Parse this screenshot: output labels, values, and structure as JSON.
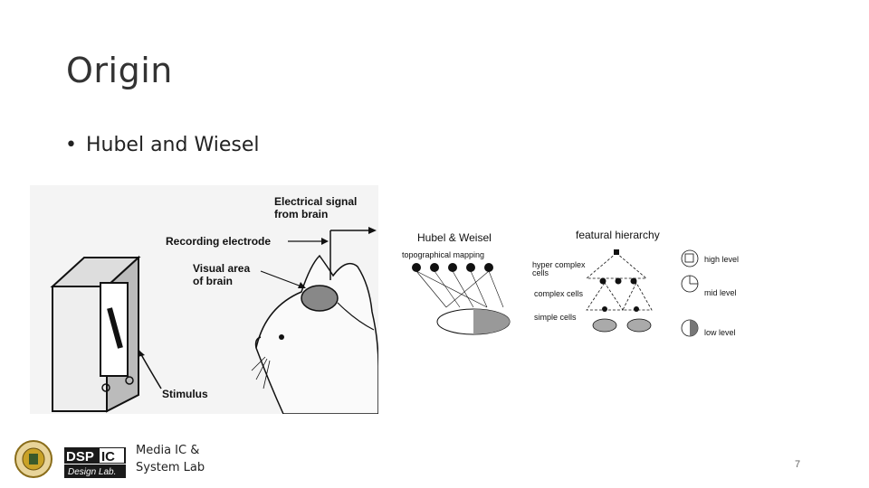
{
  "slide": {
    "title": "Origin",
    "bullet": "Hubel and Wiesel",
    "page_number": "7"
  },
  "figure_left": {
    "label_signal_line1": "Electrical signal",
    "label_signal_line2": "from brain",
    "label_electrode": "Recording electrode",
    "label_visual_line1": "Visual area",
    "label_visual_line2": "of brain",
    "label_stimulus": "Stimulus"
  },
  "figure_right": {
    "title_left": "Hubel & Weisel",
    "title_right": "featural hierarchy",
    "topo_label": "topographical mapping",
    "hyper_line1": "hyper complex",
    "hyper_line2": "cells",
    "complex_label": "complex cells",
    "simple_label": "simple cells",
    "high_level": "high level",
    "mid_level": "mid level",
    "low_level": "low level"
  },
  "footer": {
    "logo_text_top": "DSP",
    "logo_text_ic": "IC",
    "logo_text_bottom": "Design Lab.",
    "lab_line1": "Media IC &",
    "lab_line2": "System Lab"
  },
  "colors": {
    "background": "#ffffff",
    "title": "#333333",
    "logo_dark": "#1a1a1a",
    "logo_seal": "#c9a227"
  }
}
